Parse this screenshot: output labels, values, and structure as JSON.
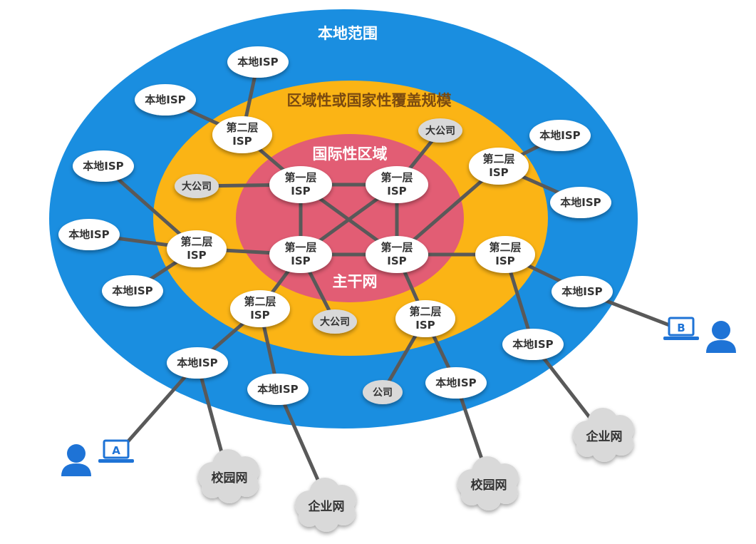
{
  "zones": {
    "local": "本地范围",
    "regional": "区域性或国家性覆盖规模",
    "international": "国际性区域",
    "backbone": "主干网"
  },
  "tier1": {
    "line1": "第一层",
    "line2": "ISP"
  },
  "tier2": {
    "line1": "第二层",
    "line2": "ISP"
  },
  "local_isp": "本地ISP",
  "big_company": "大公司",
  "company": "公司",
  "campus_net": "校园网",
  "enterprise_net": "企业网",
  "hosts": {
    "a": "A",
    "b": "B"
  },
  "colors": {
    "outer_ring": "#1a8ee0",
    "middle_ring": "#fbb415",
    "inner_ring": "#e25d74",
    "node_fill": "#ffffff",
    "small_node_fill": "#d9d9d9",
    "cloud_fill": "#d9d9d9",
    "link": "#595959",
    "user_icon": "#1e73d6"
  }
}
